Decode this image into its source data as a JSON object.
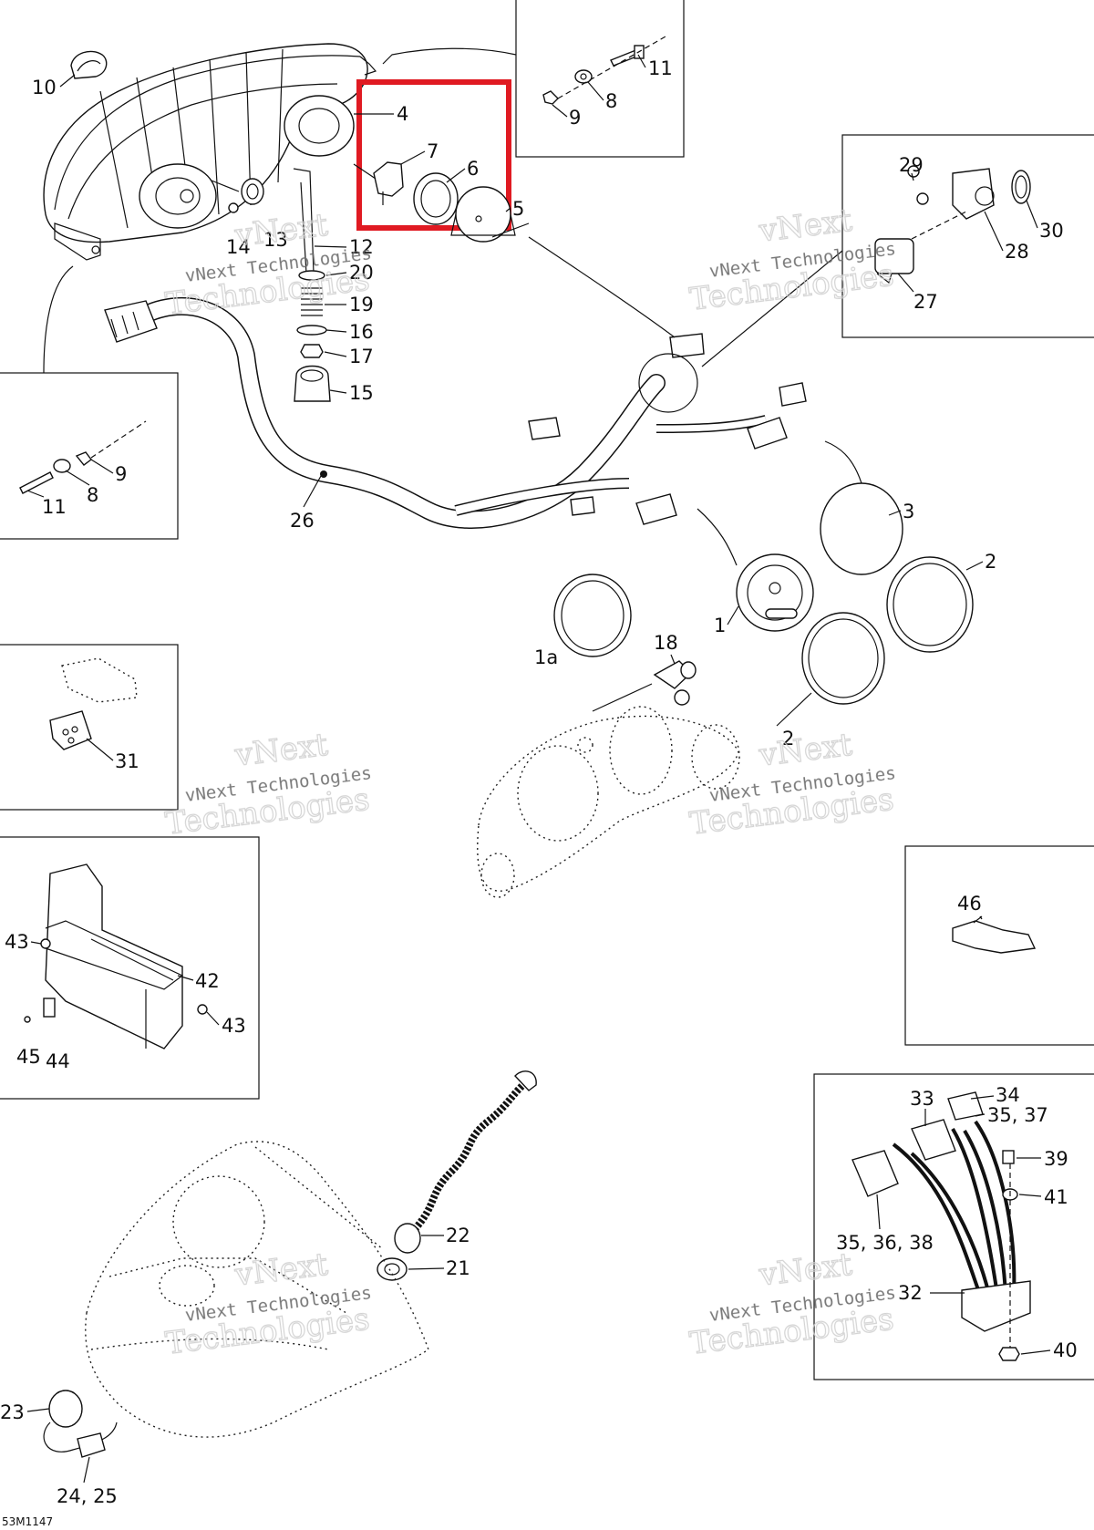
{
  "diagram": {
    "drawing_code": "53M1147",
    "highlight_color": "#e01a22",
    "watermark": {
      "line1": "vNext",
      "line2": "vNext Technologies",
      "line3": "Technologies"
    },
    "callouts": {
      "c1": "1",
      "c1a": "1a",
      "c2a": "2",
      "c2b": "2",
      "c3": "3",
      "c4": "4",
      "c5": "5",
      "c6": "6",
      "c7": "7",
      "c8a": "8",
      "c8b": "8",
      "c9a": "9",
      "c9b": "9",
      "c10": "10",
      "c11a": "11",
      "c11b": "11",
      "c12": "12",
      "c13": "13",
      "c14": "14",
      "c15": "15",
      "c16": "16",
      "c17": "17",
      "c18": "18",
      "c19": "19",
      "c20": "20",
      "c21": "21",
      "c22": "22",
      "c23": "23",
      "c24": "24, 25",
      "c26": "26",
      "c27": "27",
      "c28": "28",
      "c29": "29",
      "c30": "30",
      "c31": "31",
      "c32": "32",
      "c33": "33",
      "c34": "34",
      "c35a": "35, 37",
      "c35b": "35, 36, 38",
      "c39": "39",
      "c40": "40",
      "c41": "41",
      "c42": "42",
      "c43a": "43",
      "c43b": "43",
      "c44": "44",
      "c45": "45",
      "c46": "46"
    }
  }
}
